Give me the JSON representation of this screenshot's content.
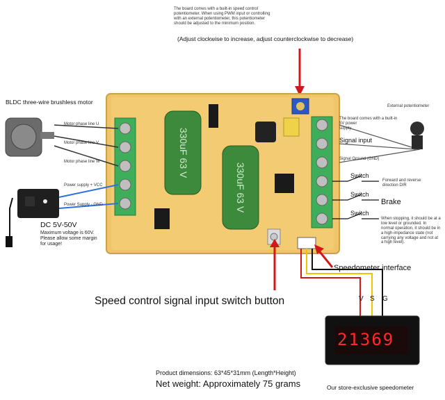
{
  "top_note": "The board comes with a built-in speed control\npotentiometer. When using PWM input or controlling\nwith an external potentiometer, this potentiometer\nshould be adjusted to the minimum position.",
  "top_instruction": "(Adjust clockwise to increase, adjust counterclockwise to decrease)",
  "motor_title": "BLDC three-wire brushless motor",
  "motor_lines": [
    "Motor phase line U",
    "Motor phase line V",
    "Motor phase line W"
  ],
  "power_lines": [
    "Power supply + VCC",
    "Power Supply - GND"
  ],
  "dc_range": "DC 5V-50V",
  "dc_note": "Maximum voltage is 60V.\nPlease allow some margin\nfor usage!",
  "capacitor_text": [
    "330uF 63 V",
    "330uF 63 V"
  ],
  "right_small_note": "The board comes with a built-in 5V power\nsupply",
  "ext_pot_label": "External potentiometer",
  "signal_input": "Signal input",
  "signal_ground": "Signal Ground (GND)",
  "switch_label": "Switch",
  "direction_note": "Forward and reverse\ndirection DIR",
  "brake_label": "Brake",
  "stop_note": "When stopping, it should be at a\nlow level or grounded. In\nnormal operation, it should be in\na high-impedance state (not\ncarrying any voltage and not at\na high level).",
  "speedometer_interface": "Speedometer interface",
  "switch_button_label": "Speed control signal input switch button",
  "wire_letters": [
    "V",
    "S",
    "G"
  ],
  "display_value": "21369",
  "product_dims": "Product dimensions: 63*45*31mm (Length*Height)",
  "net_weight": "Net weight: Approximately 75 grams",
  "speedometer_caption": "Our store-exclusive speedometer",
  "colors": {
    "pcb": "#f0c56a",
    "terminal": "#3fae5a",
    "capacitor": "#3d8a3c",
    "arrow": "#d01818",
    "display": "#ff2a2a"
  }
}
